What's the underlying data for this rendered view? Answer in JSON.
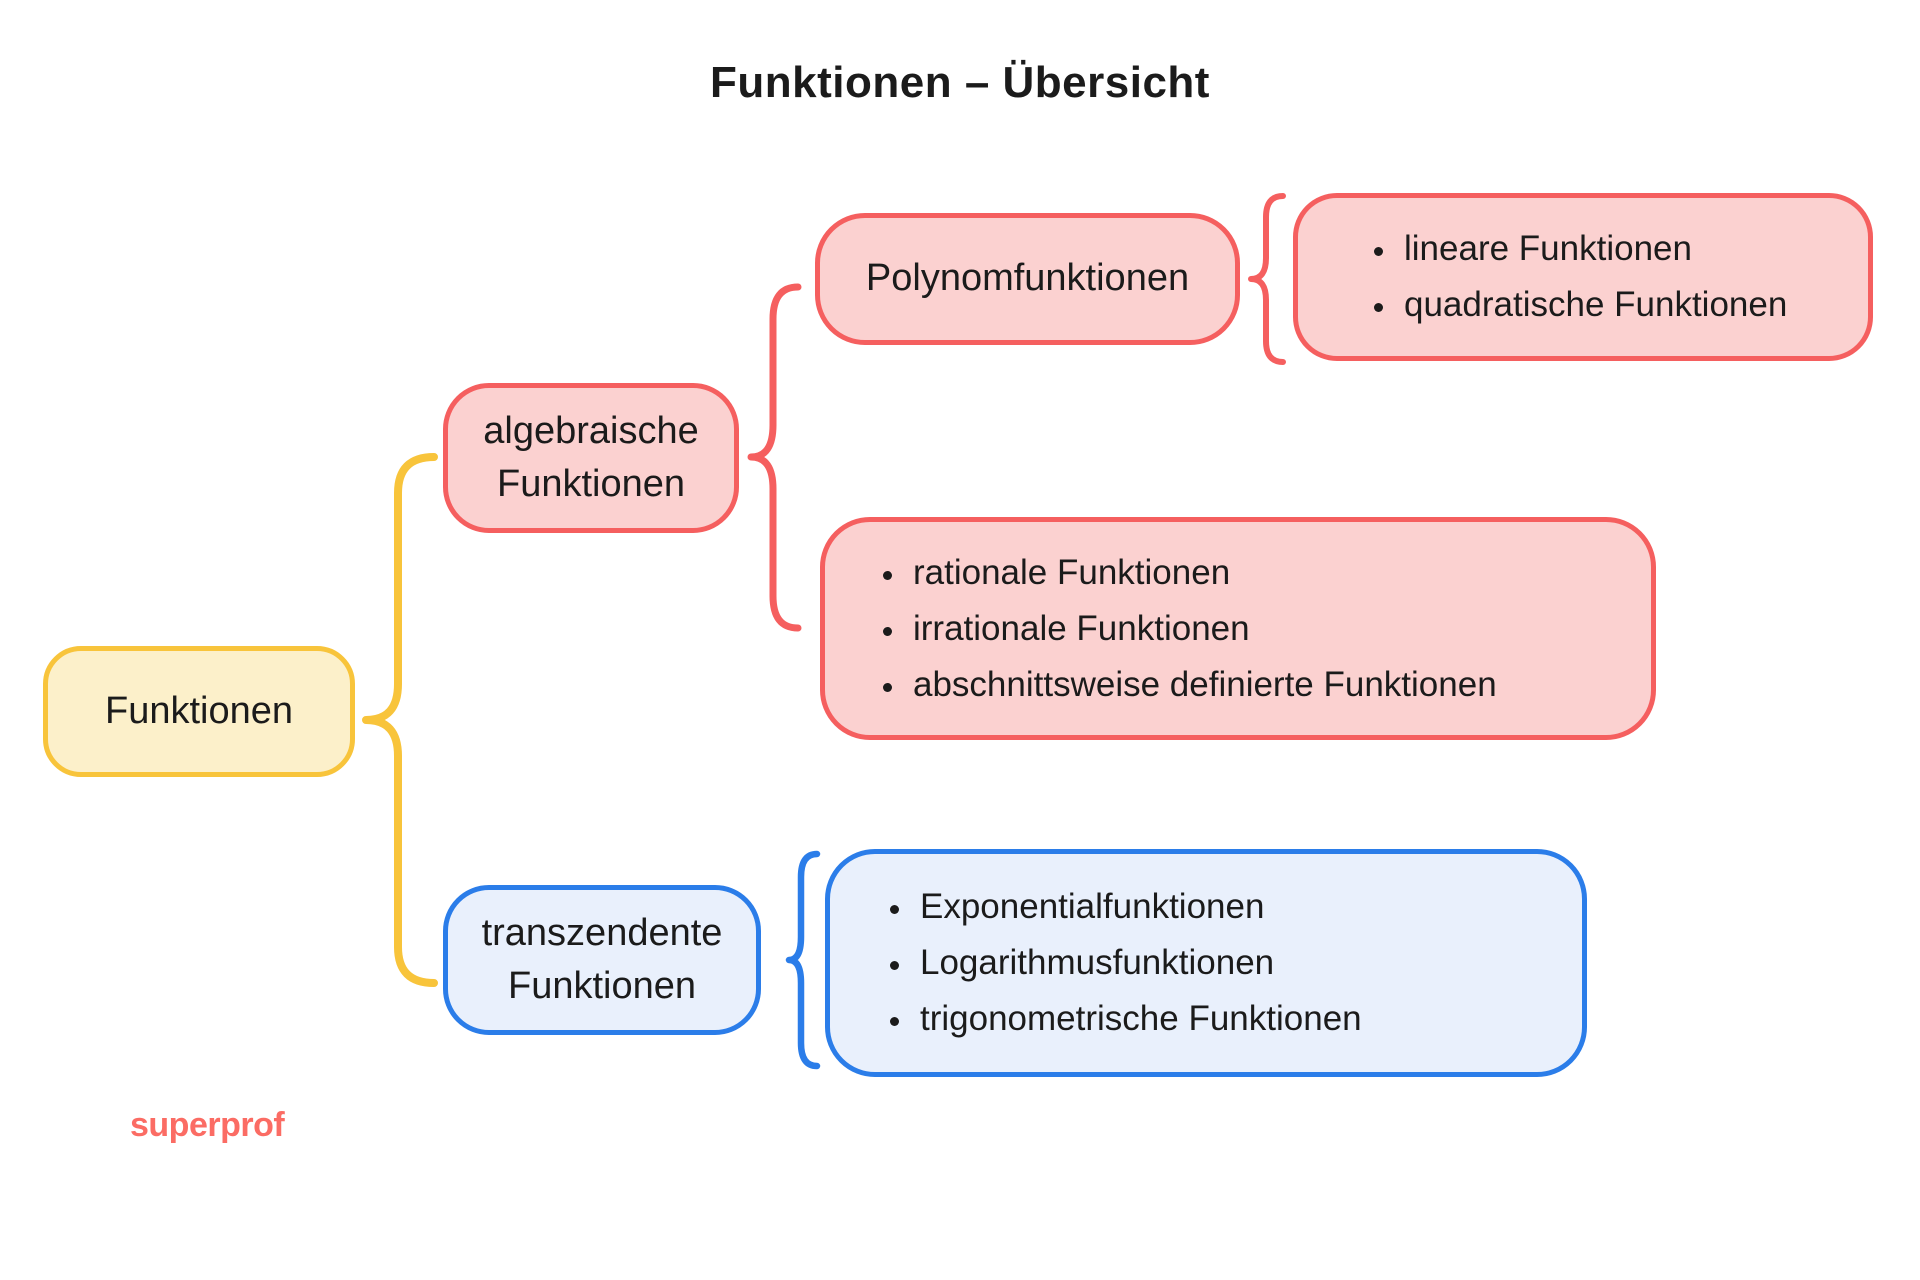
{
  "title": "Funktionen – Übersicht",
  "logo": "superprof",
  "colors": {
    "red_border": "#F55F5F",
    "red_fill": "#FBD1D0",
    "yellow_border": "#F8C43B",
    "yellow_fill": "#FCF0CA",
    "blue_border": "#2B7DE9",
    "blue_fill": "#E9F0FC",
    "logo_color": "#FB6C64",
    "text_color": "#1B1B1B"
  },
  "chart_data": {
    "type": "table",
    "title": "Funktionen – Übersicht",
    "hierarchy": {
      "root": "Funktionen",
      "children": [
        {
          "label": "algebraische Funktionen",
          "children": [
            {
              "label": "Polynomfunktionen",
              "children": [
                "lineare Funktionen",
                "quadratische Funktionen"
              ]
            },
            {
              "label": null,
              "children": [
                "rationale Funktionen",
                "irrationale Funktionen",
                "abschnittsweise definierte Funktionen"
              ]
            }
          ]
        },
        {
          "label": "transzendente Funktionen",
          "children": [
            {
              "label": null,
              "children": [
                "Exponentialfunktionen",
                "Logarithmusfunktionen",
                "trigonometrische Funktionen"
              ]
            }
          ]
        }
      ]
    }
  },
  "nodes": {
    "root": {
      "label": "Funktionen"
    },
    "algebraic": {
      "label": "algebraische Funktionen"
    },
    "polynomial": {
      "label": "Polynomfunktionen"
    },
    "polynomial_types": {
      "items": [
        "lineare Funktionen",
        "quadratische Funktionen"
      ]
    },
    "algebraic_types": {
      "items": [
        "rationale Funktionen",
        "irrationale Funktionen",
        "abschnittsweise definierte Funktionen"
      ]
    },
    "transcendental": {
      "label": "transzendente Funktionen"
    },
    "transcendental_types": {
      "items": [
        "Exponentialfunktionen",
        "Logarithmusfunktionen",
        "trigonometrische Funktionen"
      ]
    }
  }
}
